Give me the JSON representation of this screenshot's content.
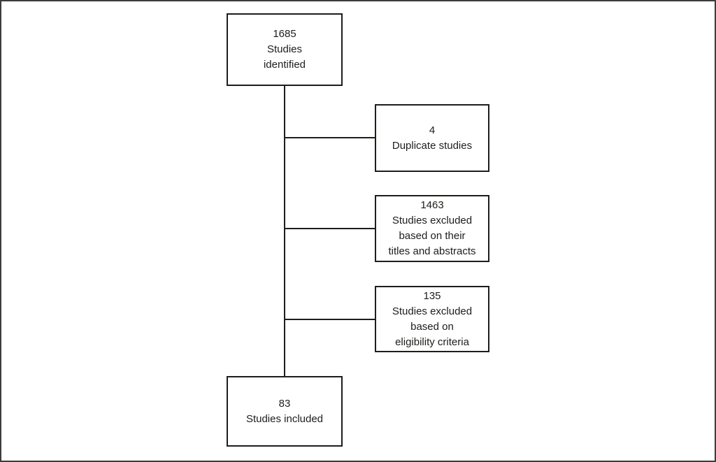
{
  "colors": {
    "line_color": "#1d1d1b",
    "frame_color": "#3c3c3c",
    "background": "#ffffff"
  },
  "flowchart": {
    "nodes": {
      "identified": {
        "count": "1685",
        "text": "Studies\nidentified"
      },
      "duplicates": {
        "count": "4",
        "text": "Duplicate studies"
      },
      "excluded_titles": {
        "count": "1463",
        "text": "Studies excluded\nbased on their\ntitles and abstracts"
      },
      "excluded_eligibility": {
        "count": "135",
        "text": "Studies excluded\nbased on\neligibility criteria"
      },
      "included": {
        "count": "83",
        "text": "Studies included"
      }
    },
    "edges": [
      {
        "from": "identified",
        "to": "duplicates"
      },
      {
        "from": "identified",
        "to": "excluded_titles"
      },
      {
        "from": "identified",
        "to": "excluded_eligibility"
      },
      {
        "from": "identified",
        "to": "included"
      }
    ]
  }
}
